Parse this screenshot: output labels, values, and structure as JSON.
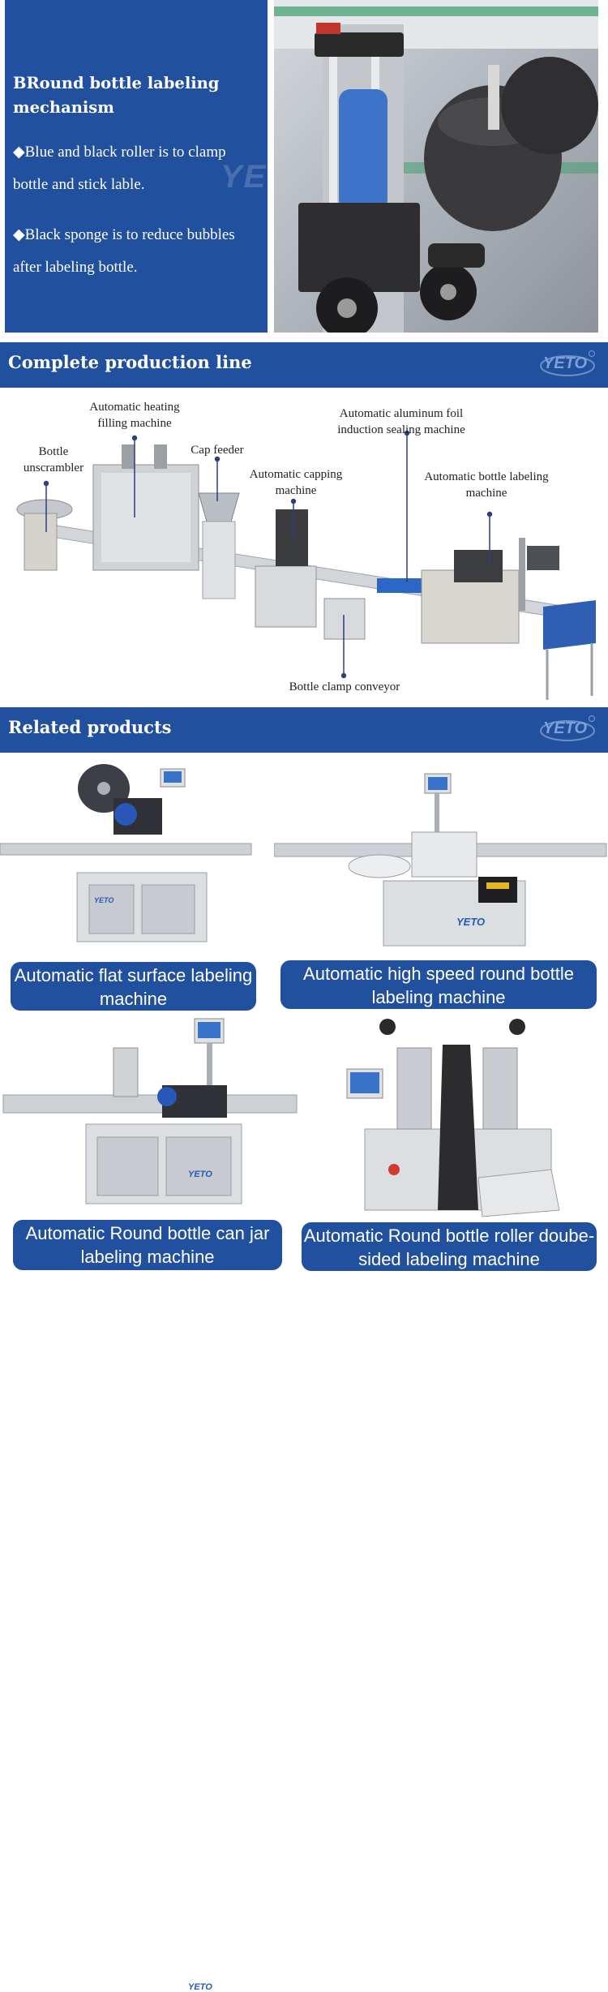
{
  "section1": {
    "title": "BRound bottle labeling mechanism",
    "bullets": [
      "◆Blue and black roller is to clamp bottle and stick lable.",
      "◆Black sponge is to reduce bubbles after labeling bottle."
    ],
    "watermark": "YETO"
  },
  "production_banner": {
    "title": "Complete production line",
    "logo": "YETO"
  },
  "production_line": {
    "labels": {
      "heating": "Automatic heating filling machine",
      "unscrambler": "Bottle unscrambler",
      "cap_feeder": "Cap feeder",
      "capping": "Automatic capping machine",
      "sealing": "Automatic aluminum foil induction sealing machine",
      "labeling": "Automatic bottle labeling machine",
      "conveyor": "Bottle clamp conveyor"
    }
  },
  "related_banner": {
    "title": "Related products",
    "logo": "YETO"
  },
  "products": [
    {
      "label": "Automatic flat surface labeling machine",
      "brand": "YETO"
    },
    {
      "label": "Automatic high speed round bottle labeling machine",
      "brand": "YETO"
    },
    {
      "label": "Automatic Round bottle can jar labeling machine",
      "brand": "YETO"
    },
    {
      "label": "Automatic Round bottle roller doube-sided labeling machine",
      "brand": ""
    }
  ],
  "colors": {
    "brand_blue": "#21509f",
    "marker": "#2b3f7c",
    "machine_steel": "#c9cdd2"
  }
}
